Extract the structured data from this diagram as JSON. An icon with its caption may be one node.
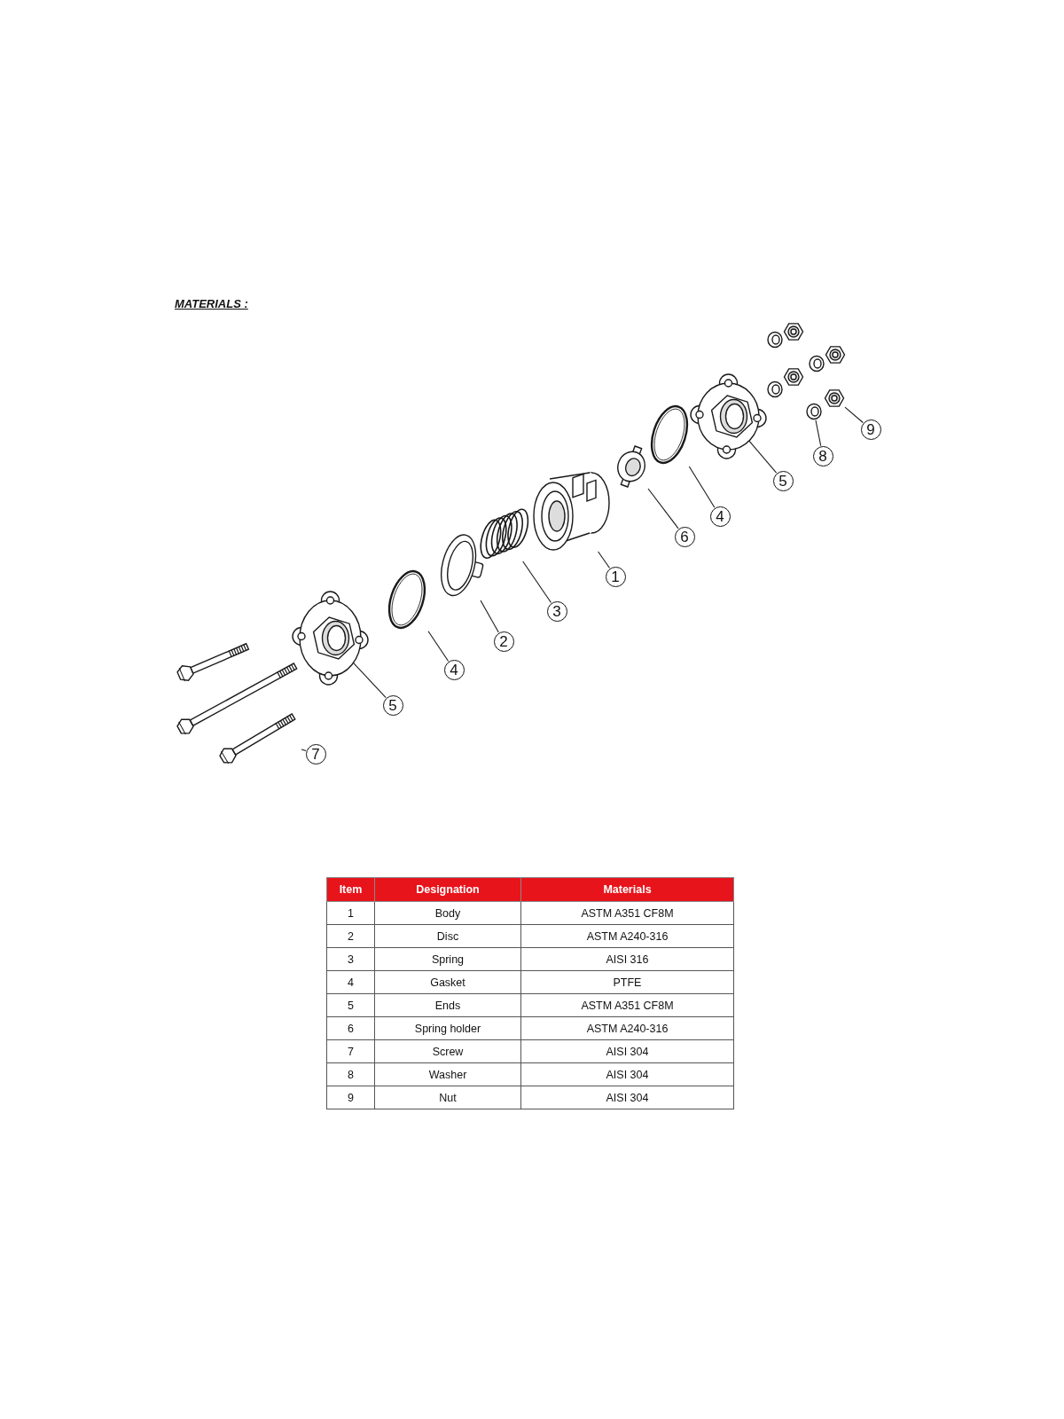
{
  "diagram": {
    "title": "MATERIALS :",
    "nodes": [
      {
        "text": [
          "1"
        ]
      },
      {
        "text": [
          "2"
        ]
      },
      {
        "text": [
          "3"
        ]
      },
      {
        "text": [
          "4"
        ]
      },
      {
        "text": [
          "4"
        ]
      },
      {
        "text": [
          "5"
        ]
      },
      {
        "text": [
          "5"
        ]
      },
      {
        "text": [
          "6"
        ]
      },
      {
        "text": [
          "7"
        ]
      },
      {
        "text": [
          "8"
        ]
      },
      {
        "text": [
          "9"
        ]
      },
      {
        "text": [],
        "shape": "picture"
      },
      {
        "text": [],
        "shape": "picture"
      },
      {
        "text": [],
        "shape": "picture"
      },
      {
        "text": [],
        "shape": "picture"
      },
      {
        "text": [],
        "shape": "picture"
      },
      {
        "text": [],
        "shape": "picture"
      },
      {
        "text": [],
        "shape": "picture"
      },
      {
        "text": [],
        "shape": "picture"
      },
      {
        "text": [],
        "shape": "picture"
      },
      {
        "text": [],
        "shape": "picture"
      },
      {
        "text": [],
        "shape": "picture"
      }
    ],
    "edges": [
      {
        "from": 0,
        "to": 11,
        "arrow": "none"
      },
      {
        "from": 1,
        "to": 12,
        "arrow": "none"
      },
      {
        "from": 2,
        "to": 13,
        "arrow": "none"
      },
      {
        "from": 3,
        "to": 14,
        "arrow": "none"
      },
      {
        "from": 4,
        "to": 15,
        "arrow": "none"
      },
      {
        "from": 5,
        "to": 16,
        "arrow": "none"
      },
      {
        "from": 6,
        "to": 17,
        "arrow": "none"
      },
      {
        "from": 7,
        "to": 18,
        "arrow": "none"
      },
      {
        "from": 8,
        "to": 19,
        "arrow": "none"
      },
      {
        "from": 9,
        "to": 20,
        "arrow": "none"
      },
      {
        "from": 10,
        "to": 21,
        "arrow": "none"
      }
    ],
    "labels": [
      "Item",
      "Designation",
      "Materials",
      "1",
      "Body",
      "ASTM A351 CF8M",
      "2",
      "Disc",
      "ASTM A240-316",
      "3",
      "Spring",
      "AISI 316",
      "4",
      "Gasket",
      "PTFE",
      "5",
      "Ends",
      "ASTM A351 CF8M",
      "6",
      "Spring holder",
      "ASTM A240-316",
      "7",
      "Screw",
      "AISI 304",
      "8",
      "Washer",
      "AISI 304",
      "9",
      "Nut",
      "AISI 304"
    ]
  }
}
